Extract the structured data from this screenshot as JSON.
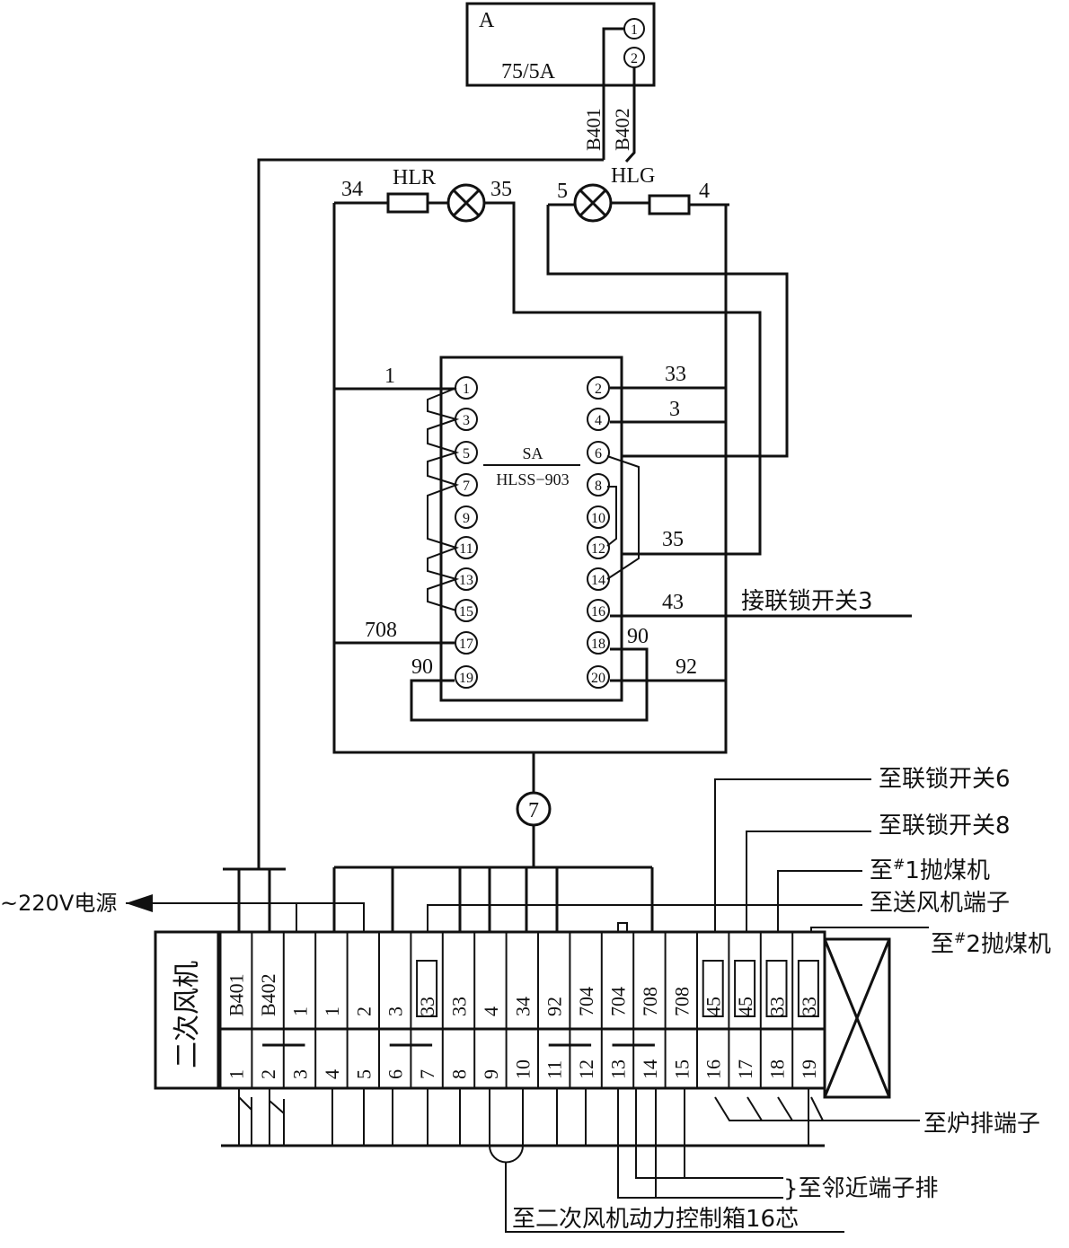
{
  "ammeter": {
    "label": "A",
    "rating": "75/5A",
    "term1": "1",
    "term2": "2"
  },
  "wires": {
    "b401": "B401",
    "b402": "B402"
  },
  "lamps": {
    "hlr": {
      "label": "HLR",
      "left": "34",
      "right": "35"
    },
    "hlg": {
      "label": "HLG",
      "left": "5",
      "right": "4"
    }
  },
  "switch": {
    "name": "SA",
    "model": "HLSS−903",
    "left_terminals": [
      "1",
      "3",
      "5",
      "7",
      "9",
      "11",
      "13",
      "15",
      "17",
      "19"
    ],
    "right_terminals": [
      "2",
      "4",
      "6",
      "8",
      "10",
      "12",
      "14",
      "16",
      "18",
      "20"
    ]
  },
  "wire_labels": {
    "w1": "1",
    "w33": "33",
    "w3": "3",
    "w35": "35",
    "w43": "43",
    "w708": "708",
    "w90a": "90",
    "w90b": "90",
    "w92": "92"
  },
  "connector": "7",
  "interlock3": "接联锁开关3",
  "power": "~220V电源",
  "terminal_block": {
    "title": "二次风机",
    "top_labels": [
      "B401",
      "B402",
      "1",
      "1",
      "2",
      "3",
      "33",
      "33",
      "4",
      "34",
      "92",
      "704",
      "704",
      "708",
      "708",
      "45",
      "45",
      "33",
      "33"
    ],
    "numbers": [
      "1",
      "2",
      "3",
      "4",
      "5",
      "6",
      "7",
      "8",
      "9",
      "10",
      "11",
      "12",
      "13",
      "14",
      "15",
      "16",
      "17",
      "18",
      "19"
    ]
  },
  "destinations": {
    "interlock6": "至联锁开关6",
    "interlock8": "至联锁开关8",
    "coal1_prefix": "至",
    "coal1_sup": "#",
    "coal1_suffix": "1抛煤机",
    "blower": "至送风机端子",
    "coal2_prefix": "至",
    "coal2_sup": "#",
    "coal2_suffix": "2抛煤机",
    "grate": "至炉排端子",
    "adjacent": "}至邻近端子排",
    "control_box": "至二次风机动力控制箱16芯"
  }
}
